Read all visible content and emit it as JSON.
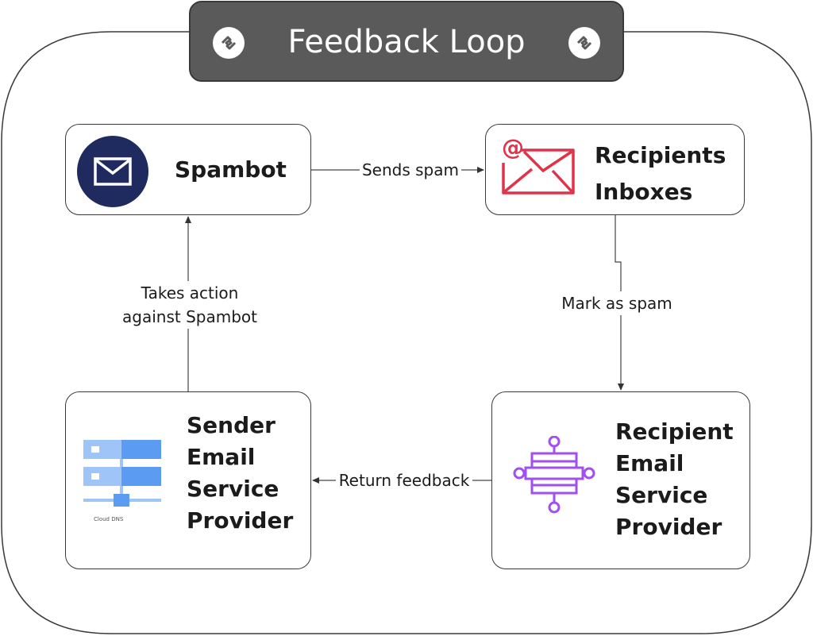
{
  "title": "Feedback Loop",
  "icons": {
    "title_left": "diagram-logo-icon",
    "title_right": "diagram-logo-icon",
    "spambot": "envelope-icon",
    "inboxes": "at-envelope-icon",
    "sender": "cloud-dns-icon",
    "recipient": "integration-flow-icon"
  },
  "nodes": {
    "spambot": "Spambot",
    "inboxes": "Recipients\nInboxes",
    "sender": "Sender\nEmail\nService\nProvider",
    "recipient": "Recipient\nEmail\nService\nProvider"
  },
  "cloud_caption": "Cloud DNS",
  "edges": {
    "sends": "Sends spam",
    "mark": "Mark as spam",
    "return": "Return feedback",
    "takes": "Takes action\nagainst Spambot"
  },
  "colors": {
    "title_bg": "#5a5a5a",
    "spambot_circle": "#1f2a5e",
    "inbox_red": "#e0334a",
    "dns_blue": "#5b9cf2",
    "dns_light": "#9ec4f8",
    "flow_purple": "#a24ff0"
  }
}
